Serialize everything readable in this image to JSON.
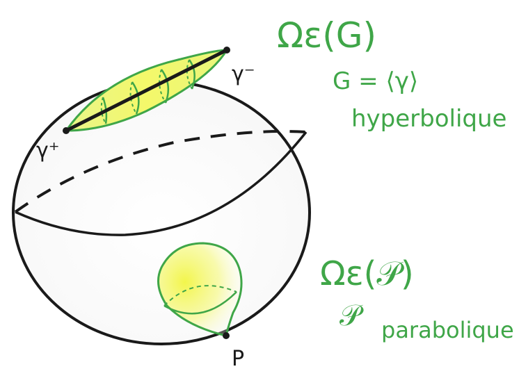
{
  "colors": {
    "ink": "#1a1a1a",
    "green": "#3fa648",
    "yellow_light": "#fbfcb8",
    "yellow": "#f2f542",
    "yellow_green": "#c9e84a"
  },
  "labels": {
    "gamma_plus": "γ⁺",
    "gamma_minus": "γ⁻",
    "point_p": "P"
  },
  "annotations": {
    "omega_g": "Ωε(G)",
    "g_def": "G = ⟨γ⟩",
    "hyperbolic": "hyperbolique",
    "omega_p": "Ωε(𝒫)",
    "p_symbol": "𝒫",
    "parabolic": "parabolique"
  }
}
